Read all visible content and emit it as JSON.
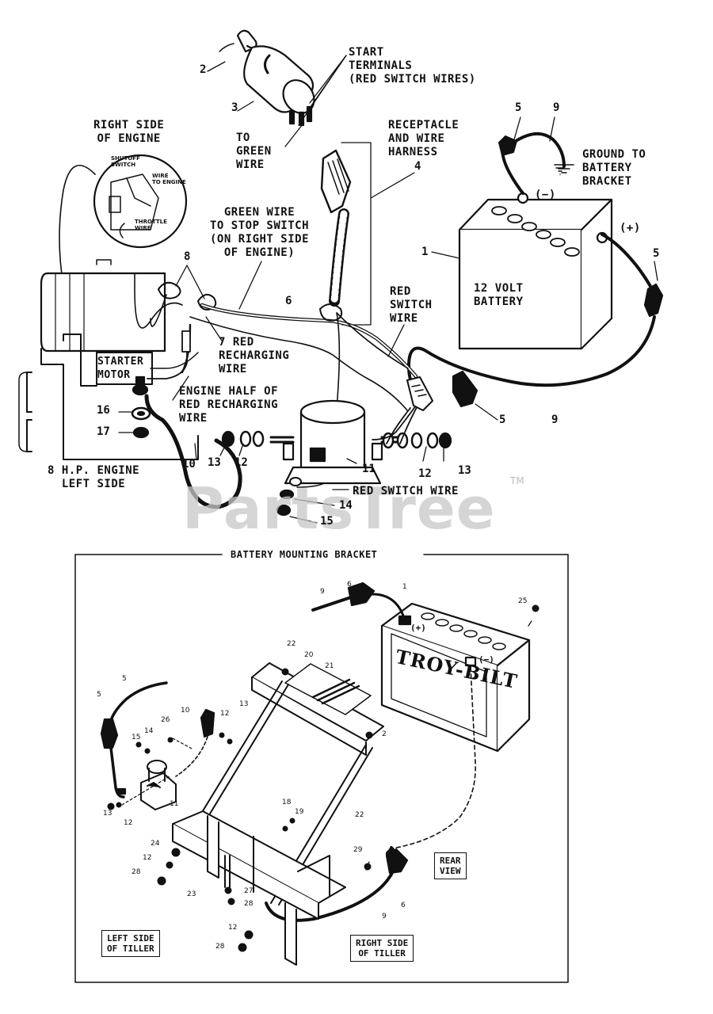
{
  "watermark": "PartsTree",
  "watermark_tm": "TM",
  "top_labels": {
    "start_terminals": "START\nTERMINALS\n(RED SWITCH WIRES)",
    "to_green_wire": "TO\nGREEN\nWIRE",
    "receptacle": "RECEPTACLE\nAND WIRE\nHARNESS",
    "ground": "GROUND TO\nBATTERY\nBRACKET",
    "right_side": "RIGHT SIDE\nOF ENGINE",
    "green_wire": "GREEN WIRE\nTO STOP SWITCH\n(ON RIGHT SIDE\nOF ENGINE)",
    "battery": "12 VOLT\nBATTERY",
    "red_switch_wire": "RED\nSWITCH\nWIRE",
    "red_recharging": "7 RED\nRECHARGING\nWIRE",
    "starter_motor": "STARTER\nMOTOR",
    "engine_half": "ENGINE HALF OF\nRED RECHARGING\nWIRE",
    "engine_left": "8 H.P. ENGINE\nLEFT SIDE",
    "red_switch_wire_bottom": "RED SWITCH WIRE",
    "neg": "(−)",
    "pos": "(+)",
    "inset_shutoff": "SHUTOFF\nSWITCH",
    "inset_wire": "WIRE\nTO ENGINE",
    "inset_throttle": "THROTTLE\nWIRE"
  },
  "top_numbers": {
    "n2": "2",
    "n3": "3",
    "n4": "4",
    "n5a": "5",
    "n9a": "9",
    "n1": "1",
    "n5b": "5",
    "n8": "8",
    "n6": "6",
    "n5c": "5",
    "n9b": "9",
    "n16": "16",
    "n17": "17",
    "n10": "10",
    "n13a": "13",
    "n12a": "12",
    "n11": "11",
    "n12b": "12",
    "n13b": "13",
    "n14": "14",
    "n15": "15"
  },
  "bracket": {
    "title": "BATTERY MOUNTING BRACKET",
    "rear_view": "REAR\nVIEW",
    "left_side": "LEFT SIDE\nOF TILLER",
    "right_side": "RIGHT SIDE\nOF TILLER",
    "battery_brand": "TROY-BILT",
    "pos": "(+)",
    "neg": "(−)",
    "numbers": {
      "b9": "9",
      "b6": "6",
      "b1": "1",
      "b25": "25",
      "b22a": "22",
      "b20": "20",
      "b21": "21",
      "b2": "2",
      "b5a": "5",
      "b5b": "5",
      "b26": "26",
      "b10": "10",
      "b12a": "12",
      "b13a": "13",
      "b14": "14",
      "b15": "15",
      "b11": "11",
      "b13b": "13",
      "b12b": "12",
      "b18": "18",
      "b19": "19",
      "b22b": "22",
      "b24": "24",
      "b12c": "12",
      "b28a": "28",
      "b27": "27",
      "b23": "23",
      "b29": "29",
      "b6b": "6",
      "b9b": "9",
      "b12d": "12",
      "b28b": "28",
      "b28c": "28"
    }
  }
}
